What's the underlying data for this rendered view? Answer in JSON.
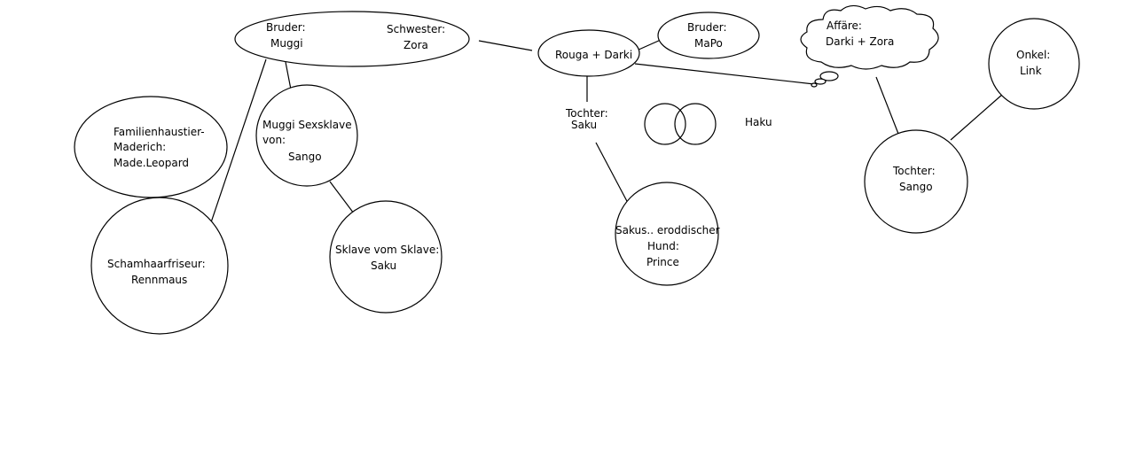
{
  "diagram": {
    "nodes": [
      {
        "id": "siblings",
        "lines": [
          "Bruder:",
          "Muggi"
        ],
        "lines2": [
          "Schwester:",
          "Zora"
        ]
      },
      {
        "id": "couple",
        "lines": [
          "Rouga + Darki"
        ]
      },
      {
        "id": "bruder-mapo",
        "lines": [
          "Bruder:",
          "MaPo"
        ]
      },
      {
        "id": "affaere",
        "lines": [
          "Affäre:",
          "Darki + Zora"
        ]
      },
      {
        "id": "onkel",
        "lines": [
          "Onkel:",
          "Link"
        ]
      },
      {
        "id": "familienhaustier",
        "lines": [
          "Familienhaustier-",
          "Maderich:",
          "Made.Leopard"
        ]
      },
      {
        "id": "sexsklave",
        "lines": [
          "Muggi Sexsklave",
          "von:",
          "Sango"
        ]
      },
      {
        "id": "schamhaar",
        "lines": [
          "Schamhaarfriseur:",
          "Rennmaus"
        ]
      },
      {
        "id": "sklave-vom-sklave",
        "lines": [
          "Sklave vom Sklave:",
          "Saku"
        ]
      },
      {
        "id": "tochter-saku",
        "lines": [
          "Tochter:",
          "Saku"
        ]
      },
      {
        "id": "haku",
        "lines": [
          "Haku"
        ]
      },
      {
        "id": "sakus-hund",
        "lines": [
          "Sakus.. eroddischer",
          "Hund:",
          "Prince"
        ]
      },
      {
        "id": "tochter-sango",
        "lines": [
          "Tochter:",
          "Sango"
        ]
      }
    ],
    "edges": [
      {
        "from": "siblings",
        "to": "couple"
      },
      {
        "from": "couple",
        "to": "bruder-mapo"
      },
      {
        "from": "couple",
        "to": "affaere"
      },
      {
        "from": "couple",
        "to": "tochter-saku"
      },
      {
        "from": "tochter-saku",
        "to": "sakus-hund"
      },
      {
        "from": "siblings",
        "to": "schamhaar"
      },
      {
        "from": "siblings",
        "to": "sexsklave"
      },
      {
        "from": "sexsklave",
        "to": "sklave-vom-sklave"
      },
      {
        "from": "affaere",
        "to": "tochter-sango"
      },
      {
        "from": "tochter-sango",
        "to": "onkel"
      }
    ]
  }
}
